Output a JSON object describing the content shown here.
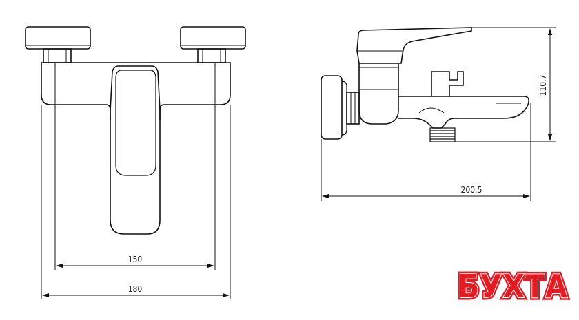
{
  "dimensions": {
    "width_inner": "150",
    "width_outer": "180",
    "side_height": "110.7",
    "side_length": "200.5"
  },
  "logo": {
    "text": "БУХТА",
    "color": "#e31b23"
  }
}
